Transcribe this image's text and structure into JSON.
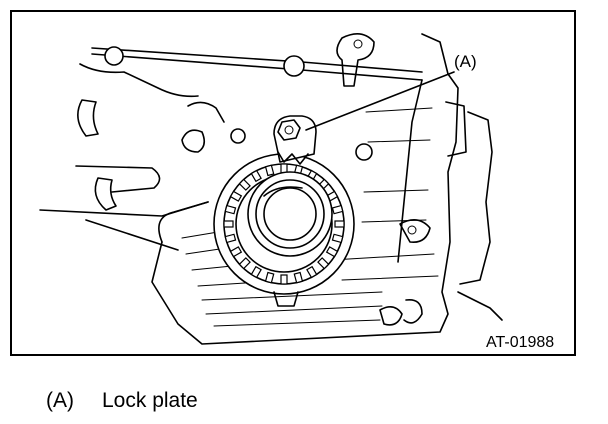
{
  "figure": {
    "callout_label": "(A)",
    "figure_id": "AT-01988"
  },
  "legend": {
    "items": [
      {
        "key": "(A)",
        "text": "Lock plate"
      }
    ]
  }
}
